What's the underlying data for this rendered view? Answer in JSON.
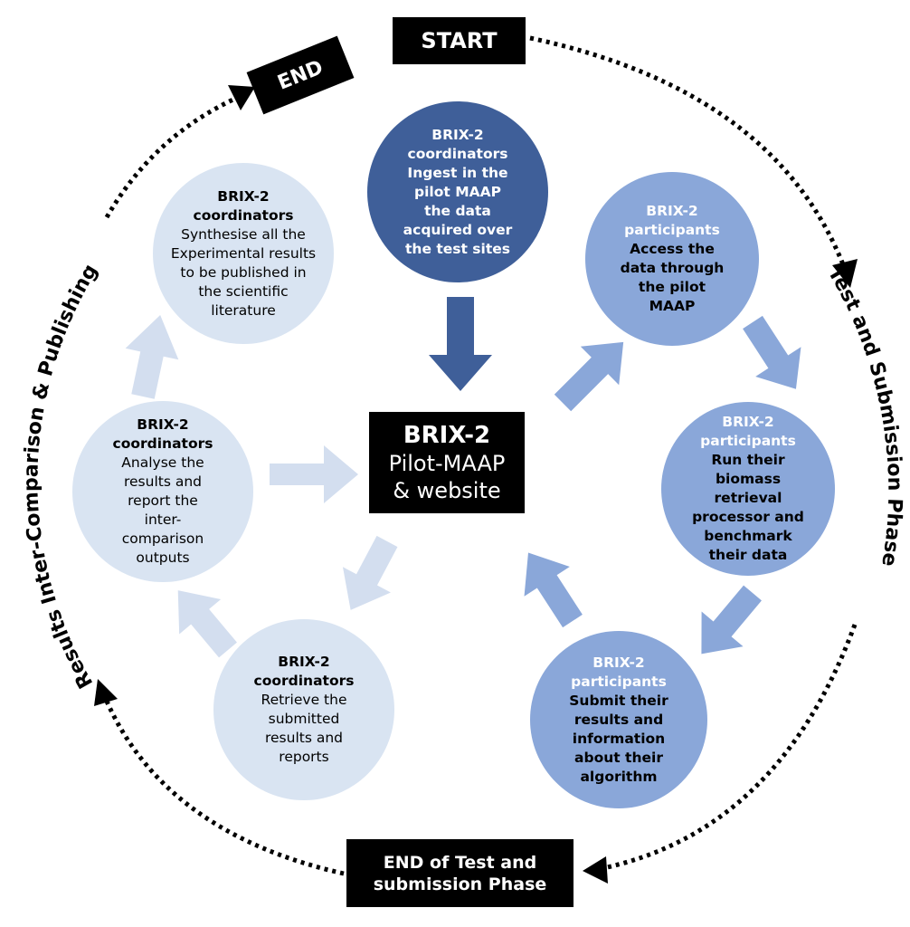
{
  "start_label": "START",
  "end_label": "END",
  "end_test_label": [
    "END of Test and",
    "submission Phase"
  ],
  "phase_right": "Test and Submission Phase",
  "phase_left": "Results Inter-Comparison & Publishing",
  "center": {
    "title": "BRIX-2",
    "line2": "Pilot-MAAP",
    "line3": "& website"
  },
  "steps": {
    "ingest": {
      "who": [
        "BRIX-2",
        "coordinators"
      ],
      "what": [
        "Ingest in the",
        "pilot MAAP",
        "the data",
        "acquired over",
        "the test sites"
      ]
    },
    "access": {
      "who": [
        "BRIX-2",
        "participants"
      ],
      "what": [
        "Access the",
        "data through",
        "the pilot",
        "MAAP"
      ]
    },
    "run": {
      "who": [
        "BRIX-2",
        "participants"
      ],
      "what": [
        "Run their",
        "biomass",
        "retrieval",
        "processor and",
        "benchmark",
        "their data"
      ]
    },
    "submit": {
      "who": [
        "BRIX-2",
        "participants"
      ],
      "what": [
        "Submit their",
        "results and",
        "information",
        "about their",
        "algorithm"
      ]
    },
    "retrieve": {
      "who": [
        "BRIX-2",
        "coordinators"
      ],
      "what": [
        "Retrieve the",
        "submitted",
        "results and",
        "reports"
      ]
    },
    "analyse": {
      "who": [
        "BRIX-2",
        "coordinators"
      ],
      "what": [
        "Analyse the",
        "results and",
        "report the",
        "inter-",
        "comparison",
        "outputs"
      ]
    },
    "synthesise": {
      "who": [
        "BRIX-2",
        "coordinators"
      ],
      "what": [
        "Synthesise all the",
        "Experimental results",
        "to be published in",
        "the scientific",
        "literature"
      ]
    }
  },
  "colors": {
    "dark": "#3f5f99",
    "mid": "#8aa7d9",
    "light": "#d9e4f2",
    "arrow_dark": "#3f5f99",
    "arrow_mid": "#8aa7d9",
    "arrow_light": "#d3deef"
  }
}
